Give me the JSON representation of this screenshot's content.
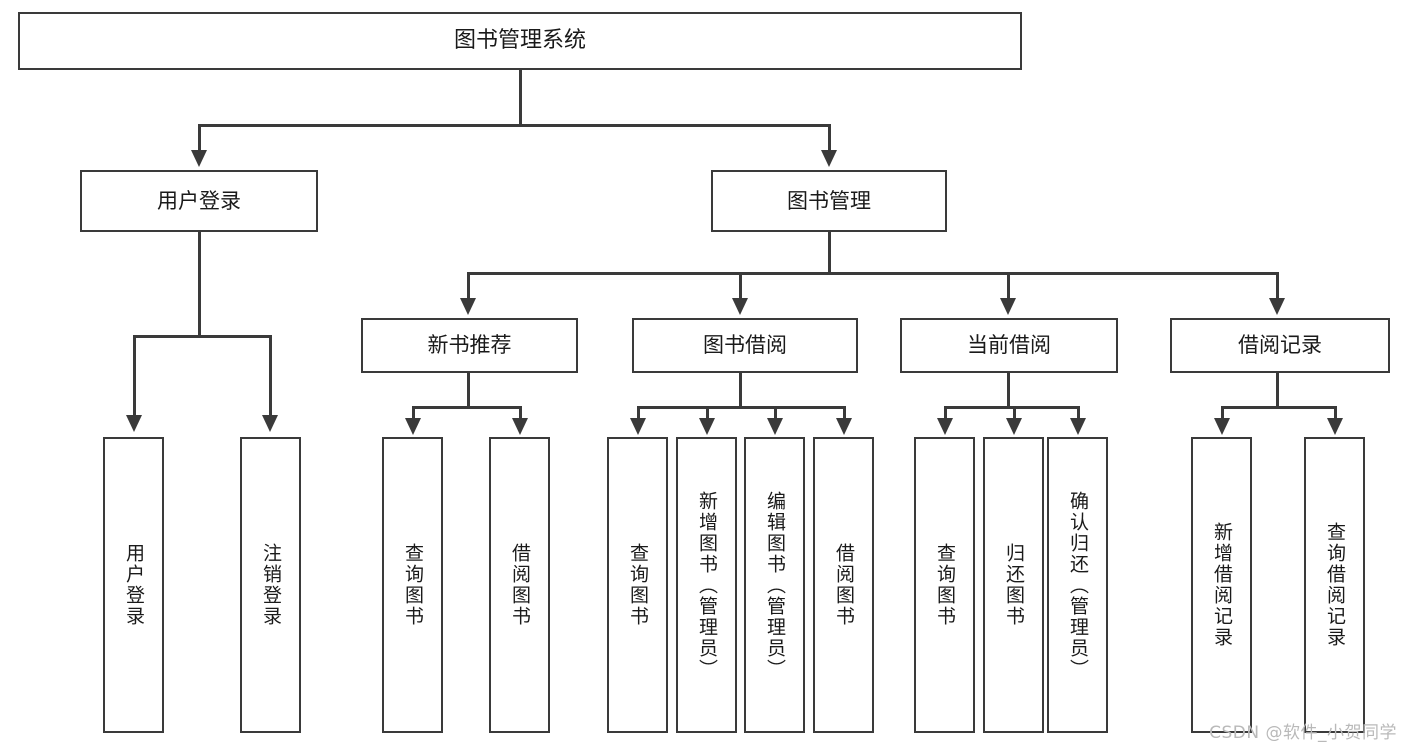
{
  "diagram": {
    "title": "图书管理系统",
    "type": "tree",
    "watermark": "CSDN @软件_小贺同学",
    "colors": {
      "stroke": "#3a3a3a",
      "box_fill": "#ffffff",
      "text": "#1a1a1a",
      "watermark": "#b9b9b9",
      "background": "#ffffff"
    },
    "levels": {
      "root": {
        "label": "图书管理系统"
      },
      "level1": [
        {
          "id": "user-login",
          "label": "用户登录"
        },
        {
          "id": "book-management",
          "label": "图书管理"
        }
      ],
      "level2": [
        {
          "id": "new-book-recommend",
          "label": "新书推荐",
          "parent": "book-management"
        },
        {
          "id": "book-borrow",
          "label": "图书借阅",
          "parent": "book-management"
        },
        {
          "id": "current-borrow",
          "label": "当前借阅",
          "parent": "book-management"
        },
        {
          "id": "borrow-record",
          "label": "借阅记录",
          "parent": "book-management"
        }
      ],
      "leaves": [
        {
          "id": "leaf-user-login",
          "label": "用户登录",
          "parent": "user-login"
        },
        {
          "id": "leaf-logout-login",
          "label": "注销登录",
          "parent": "user-login"
        },
        {
          "id": "leaf-query-book-1",
          "label": "查询图书",
          "parent": "new-book-recommend"
        },
        {
          "id": "leaf-borrow-book-1",
          "label": "借阅图书",
          "parent": "new-book-recommend"
        },
        {
          "id": "leaf-query-book-2",
          "label": "查询图书",
          "parent": "book-borrow"
        },
        {
          "id": "leaf-add-book",
          "label": "新增图书（管理员）",
          "parent": "book-borrow"
        },
        {
          "id": "leaf-edit-book",
          "label": "编辑图书（管理员）",
          "parent": "book-borrow"
        },
        {
          "id": "leaf-borrow-book-2",
          "label": "借阅图书",
          "parent": "book-borrow"
        },
        {
          "id": "leaf-query-book-3",
          "label": "查询图书",
          "parent": "current-borrow"
        },
        {
          "id": "leaf-return-book",
          "label": "归还图书",
          "parent": "current-borrow"
        },
        {
          "id": "leaf-confirm-return",
          "label": "确认归还（管理员）",
          "parent": "current-borrow"
        },
        {
          "id": "leaf-add-record",
          "label": "新增借阅记录",
          "parent": "borrow-record"
        },
        {
          "id": "leaf-query-record",
          "label": "查询借阅记录",
          "parent": "borrow-record"
        }
      ]
    }
  }
}
